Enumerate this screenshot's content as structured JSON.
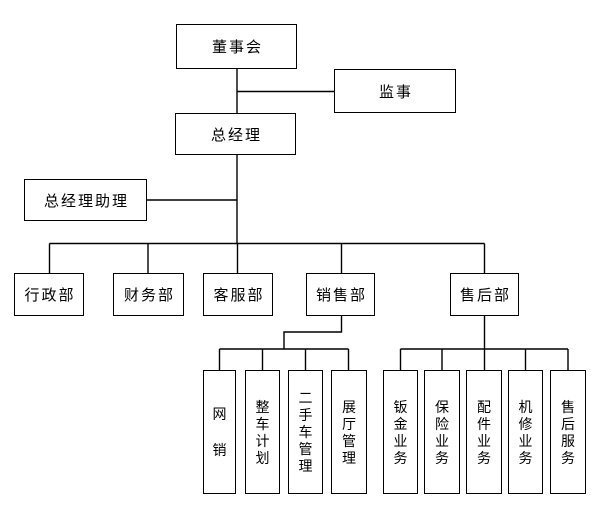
{
  "diagram": {
    "type": "org-chart",
    "background_color": "#ffffff",
    "line_color": "#000000",
    "box_border_color": "#000000",
    "text_color": "#000000",
    "nodes": {
      "board": "董事会",
      "supervisor": "监事",
      "general_manager": "总经理",
      "gm_assistant": "总经理助理",
      "admin_dept": "行政部",
      "finance_dept": "财务部",
      "customer_service_dept": "客服部",
      "sales_dept": "销售部",
      "after_sales_dept": "售后部",
      "online_sales": "网销",
      "vehicle_planning": "整车计划",
      "used_car_management": "二手车管理",
      "showroom_management": "展厅管理",
      "sheet_metal_business": "钣金业务",
      "insurance_business": "保险业务",
      "parts_business": "配件业务",
      "mechanical_repair_business": "机修业务",
      "after_sales_service": "售后服务"
    },
    "edges": [
      [
        "board",
        "supervisor"
      ],
      [
        "board",
        "general_manager"
      ],
      [
        "general_manager",
        "gm_assistant"
      ],
      [
        "general_manager",
        "admin_dept"
      ],
      [
        "general_manager",
        "finance_dept"
      ],
      [
        "general_manager",
        "customer_service_dept"
      ],
      [
        "general_manager",
        "sales_dept"
      ],
      [
        "general_manager",
        "after_sales_dept"
      ],
      [
        "sales_dept",
        "online_sales"
      ],
      [
        "sales_dept",
        "vehicle_planning"
      ],
      [
        "sales_dept",
        "used_car_management"
      ],
      [
        "sales_dept",
        "showroom_management"
      ],
      [
        "after_sales_dept",
        "sheet_metal_business"
      ],
      [
        "after_sales_dept",
        "insurance_business"
      ],
      [
        "after_sales_dept",
        "parts_business"
      ],
      [
        "after_sales_dept",
        "mechanical_repair_business"
      ],
      [
        "after_sales_dept",
        "after_sales_service"
      ]
    ]
  }
}
